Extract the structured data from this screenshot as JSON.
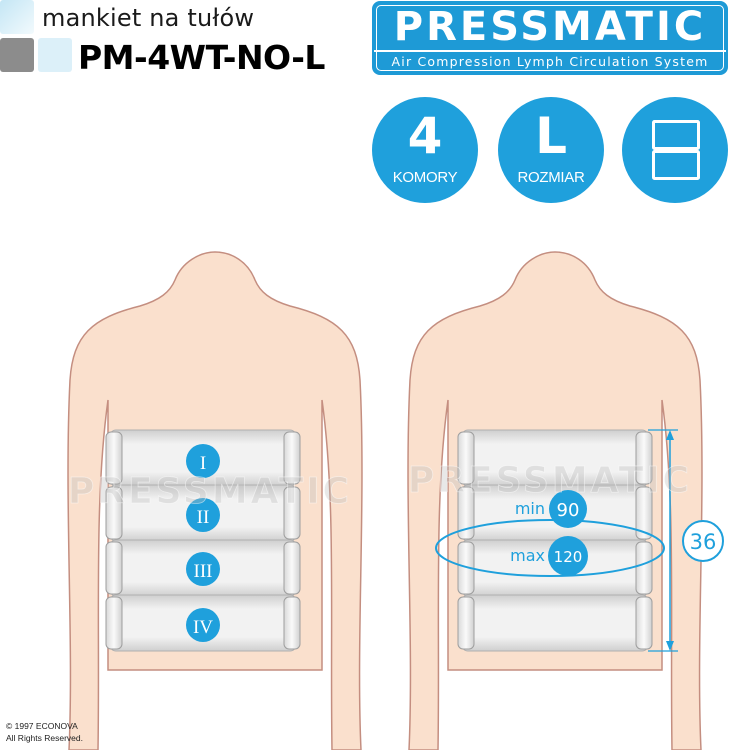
{
  "header": {
    "subtitle": "mankiet na tułów",
    "model": "PM-4WT-NO-L"
  },
  "logo": {
    "name": "PRESSMATIC",
    "tagline": "Air Compression Lymph Circulation System"
  },
  "badges": {
    "chambers": {
      "value": "4",
      "label": "KOMORY"
    },
    "size": {
      "value": "L",
      "label": "ROZMIAR"
    },
    "layout_icon": "two-chamber-icon"
  },
  "left_figure": {
    "chambers": [
      "I",
      "II",
      "III",
      "IV"
    ]
  },
  "right_figure": {
    "min_label": "min",
    "min_value": "90",
    "max_label": "max",
    "max_value": "120",
    "height_value": "36"
  },
  "watermark": "PRESSMATIC",
  "copyright": {
    "line1": "© 1997 ECONOVA",
    "line2": "All Rights Reserved."
  },
  "colors": {
    "accent": "#1fa0dc",
    "skin": "#fae0cd",
    "skin_outline": "#c48e80",
    "cuff": "#e7e7e7"
  }
}
